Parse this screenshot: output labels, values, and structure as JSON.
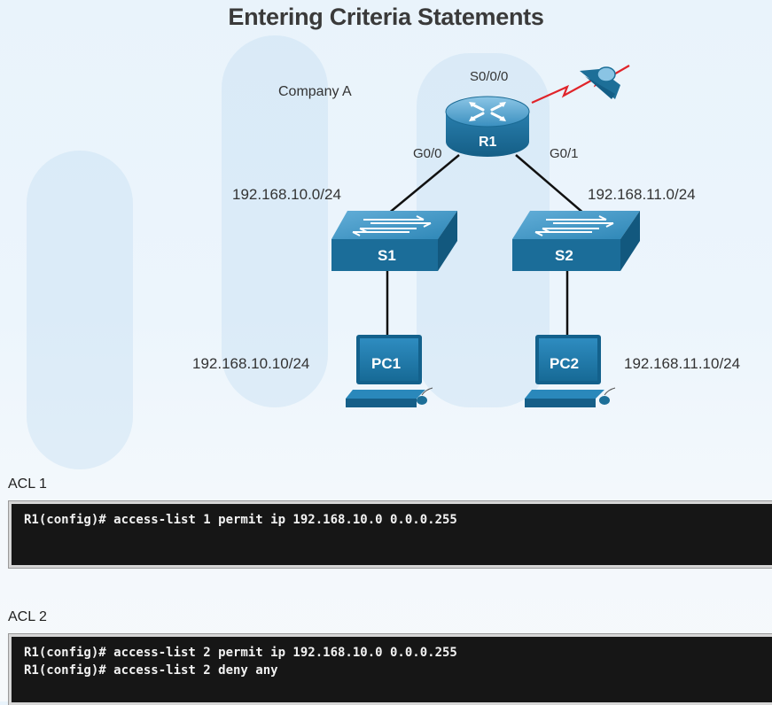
{
  "title": "Entering Criteria Statements",
  "topology": {
    "company": "Company A",
    "router": {
      "name": "R1",
      "serial": "S0/0/0",
      "left_if": "G0/0",
      "right_if": "G0/1"
    },
    "switches": [
      {
        "name": "S1",
        "network": "192.168.10.0/24"
      },
      {
        "name": "S2",
        "network": "192.168.11.0/24"
      }
    ],
    "pcs": [
      {
        "name": "PC1",
        "address": "192.168.10.10/24"
      },
      {
        "name": "PC2",
        "address": "192.168.11.10/24"
      }
    ],
    "colors": {
      "device_blue": "#1d6f98",
      "wan_link": "#e0242a"
    }
  },
  "acls": [
    {
      "label": "ACL 1",
      "lines": [
        "R1(config)# access-list 1 permit ip 192.168.10.0 0.0.0.255"
      ]
    },
    {
      "label": "ACL 2",
      "lines": [
        "R1(config)# access-list 2 permit ip 192.168.10.0 0.0.0.255",
        "R1(config)# access-list 2 deny any"
      ]
    }
  ]
}
